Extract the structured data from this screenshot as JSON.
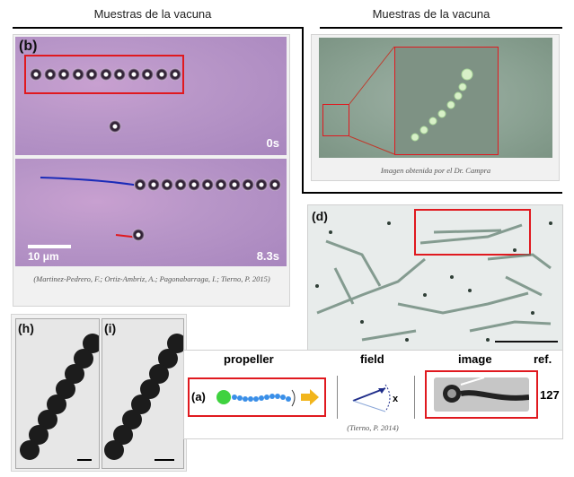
{
  "headers": {
    "left": "Muestras de la vacuna",
    "right": "Muestras de la vacuna"
  },
  "panel_b": {
    "label": "(b)",
    "time_top": "0s",
    "time_bottom": "8.3s",
    "scale": "10 μm",
    "caption": "(Martinez-Pedrero, F.; Ortiz-Ambriz, A.; Pagonabarraga, I.; Tierno, P. 2015)"
  },
  "panel_campra": {
    "caption": "Imagen obtenida por el Dr. Campra"
  },
  "panel_d": {
    "label": "(d)"
  },
  "panel_hi": {
    "label_h": "(h)",
    "label_i": "(i)"
  },
  "table": {
    "col_propeller": "propeller",
    "col_field": "field",
    "col_image": "image",
    "col_ref": "ref.",
    "row_label": "(a)",
    "axis_x": "x",
    "ref_value": "127",
    "caption": "(Tierno, P. 2014)"
  },
  "colors": {
    "highlight": "#e0191f",
    "trajectory_blue": "#1a2bb8",
    "trajectory_red": "#e0191f",
    "propeller_head": "#3fd23f",
    "propeller_tail": "#3a8fe8",
    "arrow_yellow": "#f2b51c",
    "field_vector": "#1f2d8a"
  }
}
